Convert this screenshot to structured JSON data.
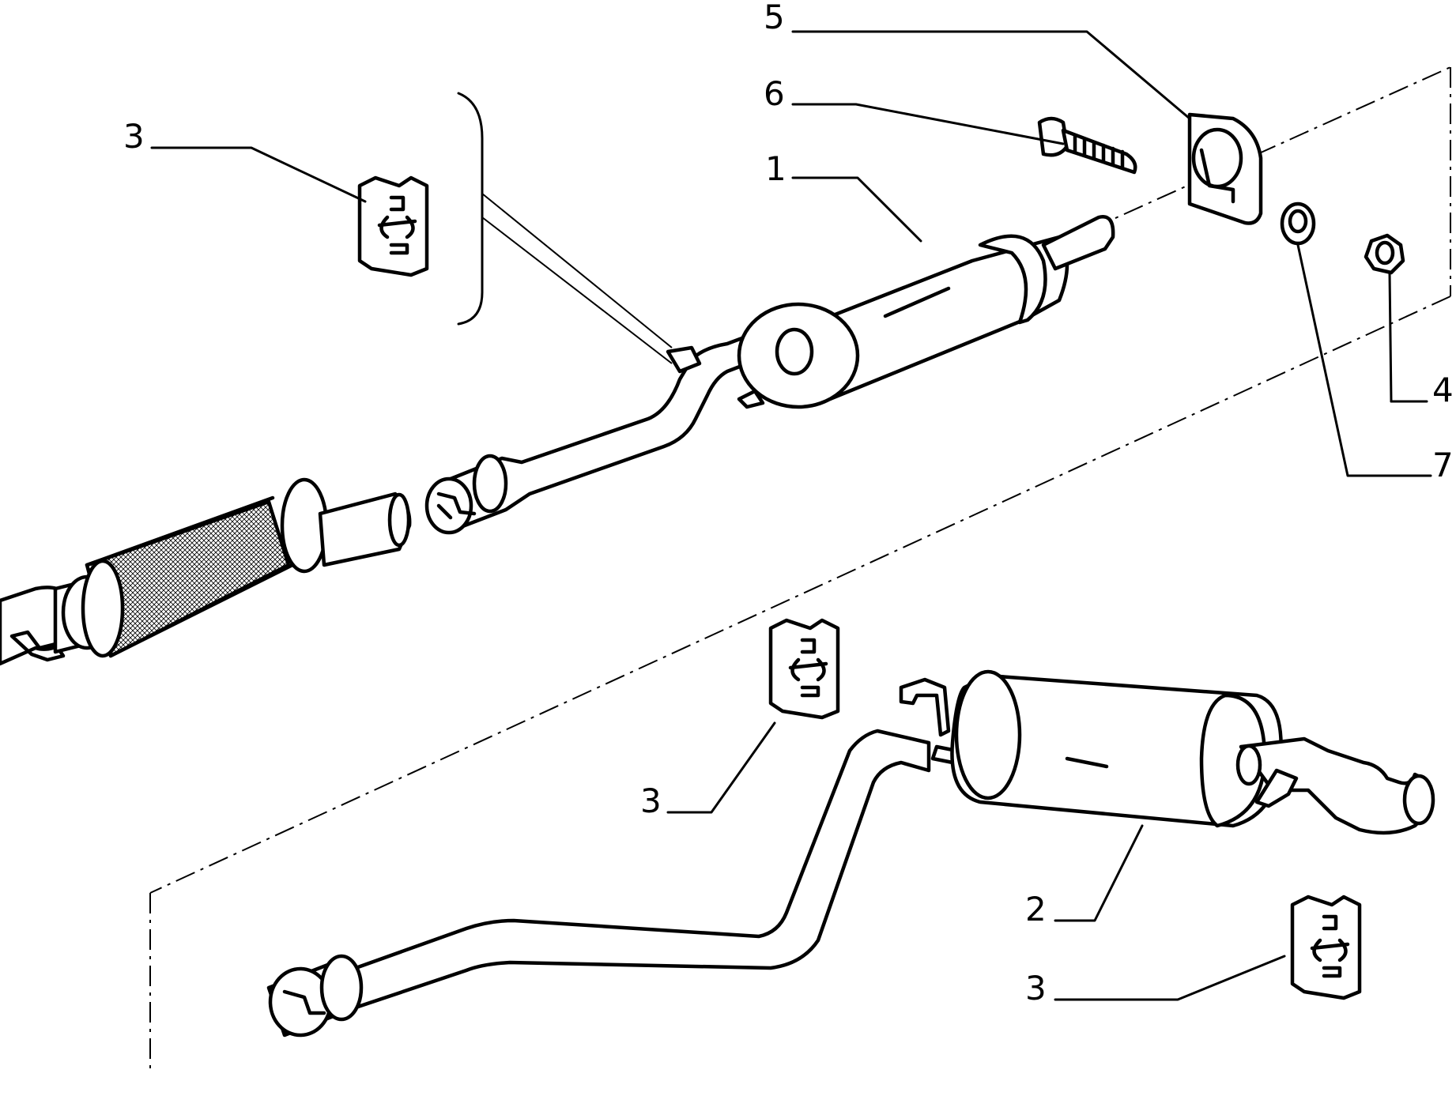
{
  "callouts": {
    "c1": "1",
    "c2": "2",
    "c3_top": "3",
    "c3_middle": "3",
    "c3_bottom": "3",
    "c4": "4",
    "c5": "5",
    "c6": "6",
    "c7": "7"
  }
}
